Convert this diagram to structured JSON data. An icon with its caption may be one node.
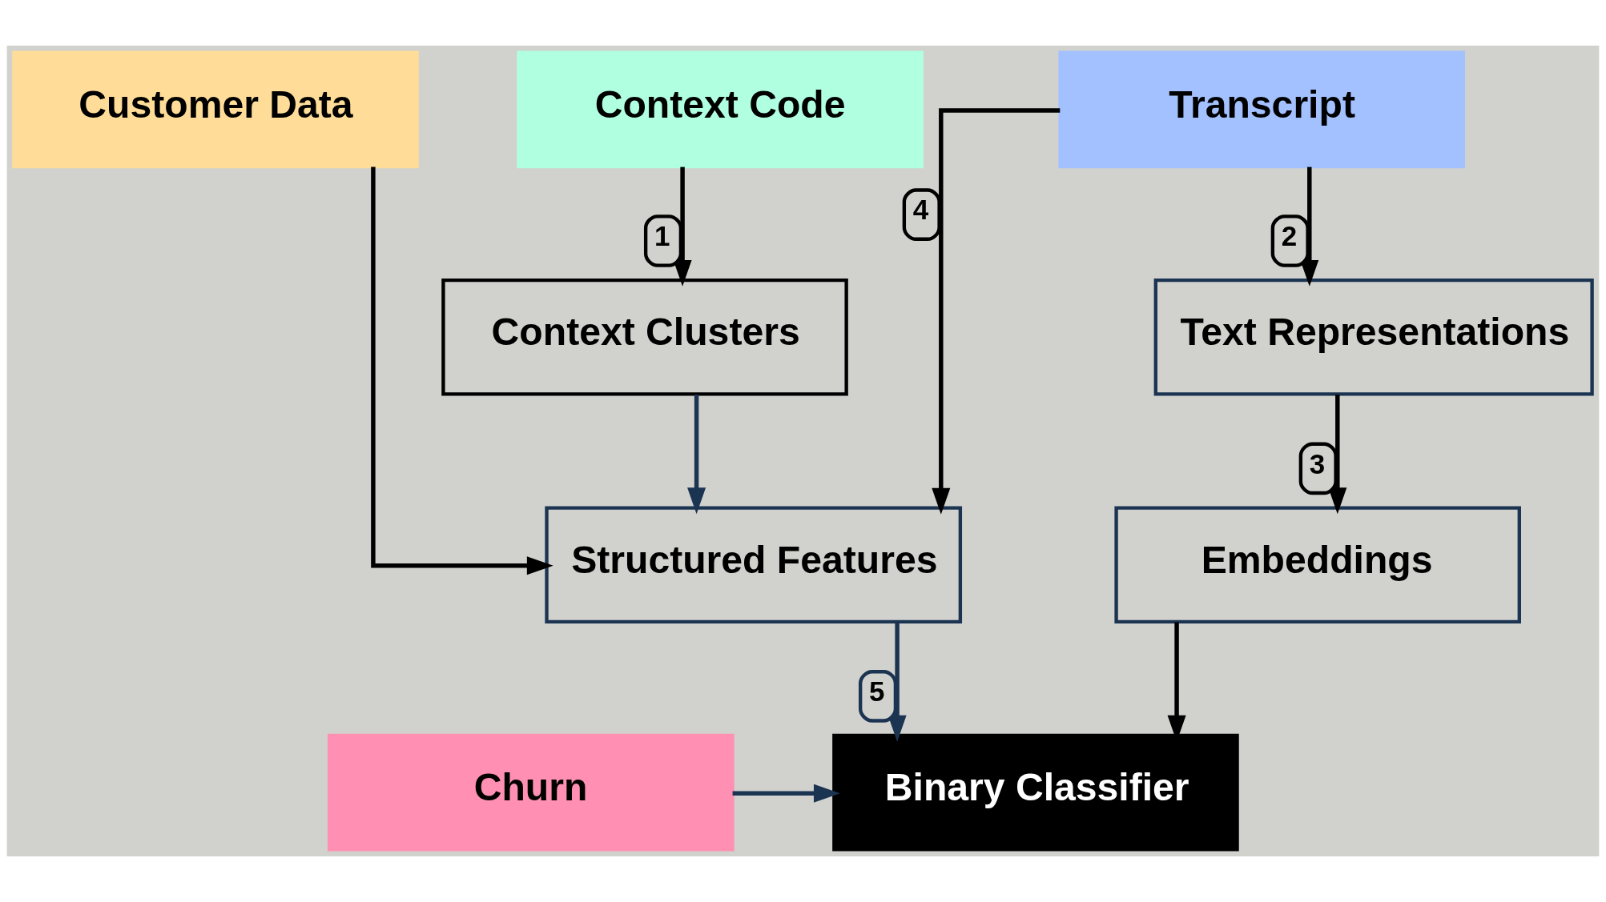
{
  "diagram": {
    "nodes": [
      {
        "text": [
          "Customer Data"
        ]
      },
      {
        "text": [
          "Context Code"
        ]
      },
      {
        "text": [
          "Transcript"
        ]
      },
      {
        "text": [
          "Context Clusters"
        ]
      },
      {
        "text": [
          "Text Representations"
        ]
      },
      {
        "text": [
          "Structured Features"
        ]
      },
      {
        "text": [
          "Embeddings"
        ]
      },
      {
        "text": [
          "Churn"
        ]
      },
      {
        "text": [
          "Binary Classifier"
        ]
      }
    ],
    "edges": [
      {
        "from": 0,
        "to": 5,
        "arrow": "to"
      },
      {
        "from": 1,
        "to": 3,
        "arrow": "to",
        "label": "1"
      },
      {
        "from": 2,
        "to": 4,
        "arrow": "to",
        "label": "2"
      },
      {
        "from": 4,
        "to": 6,
        "arrow": "to",
        "label": "3"
      },
      {
        "from": 2,
        "to": 5,
        "arrow": "to",
        "label": "4"
      },
      {
        "from": 3,
        "to": 5,
        "arrow": "to",
        "color": "#1b3452"
      },
      {
        "from": 5,
        "to": 8,
        "arrow": "to",
        "label": "5",
        "color": "#1b3452"
      },
      {
        "from": 7,
        "to": 8,
        "arrow": "to",
        "color": "#1b3452"
      },
      {
        "from": 6,
        "to": 8,
        "arrow": "to"
      }
    ]
  }
}
